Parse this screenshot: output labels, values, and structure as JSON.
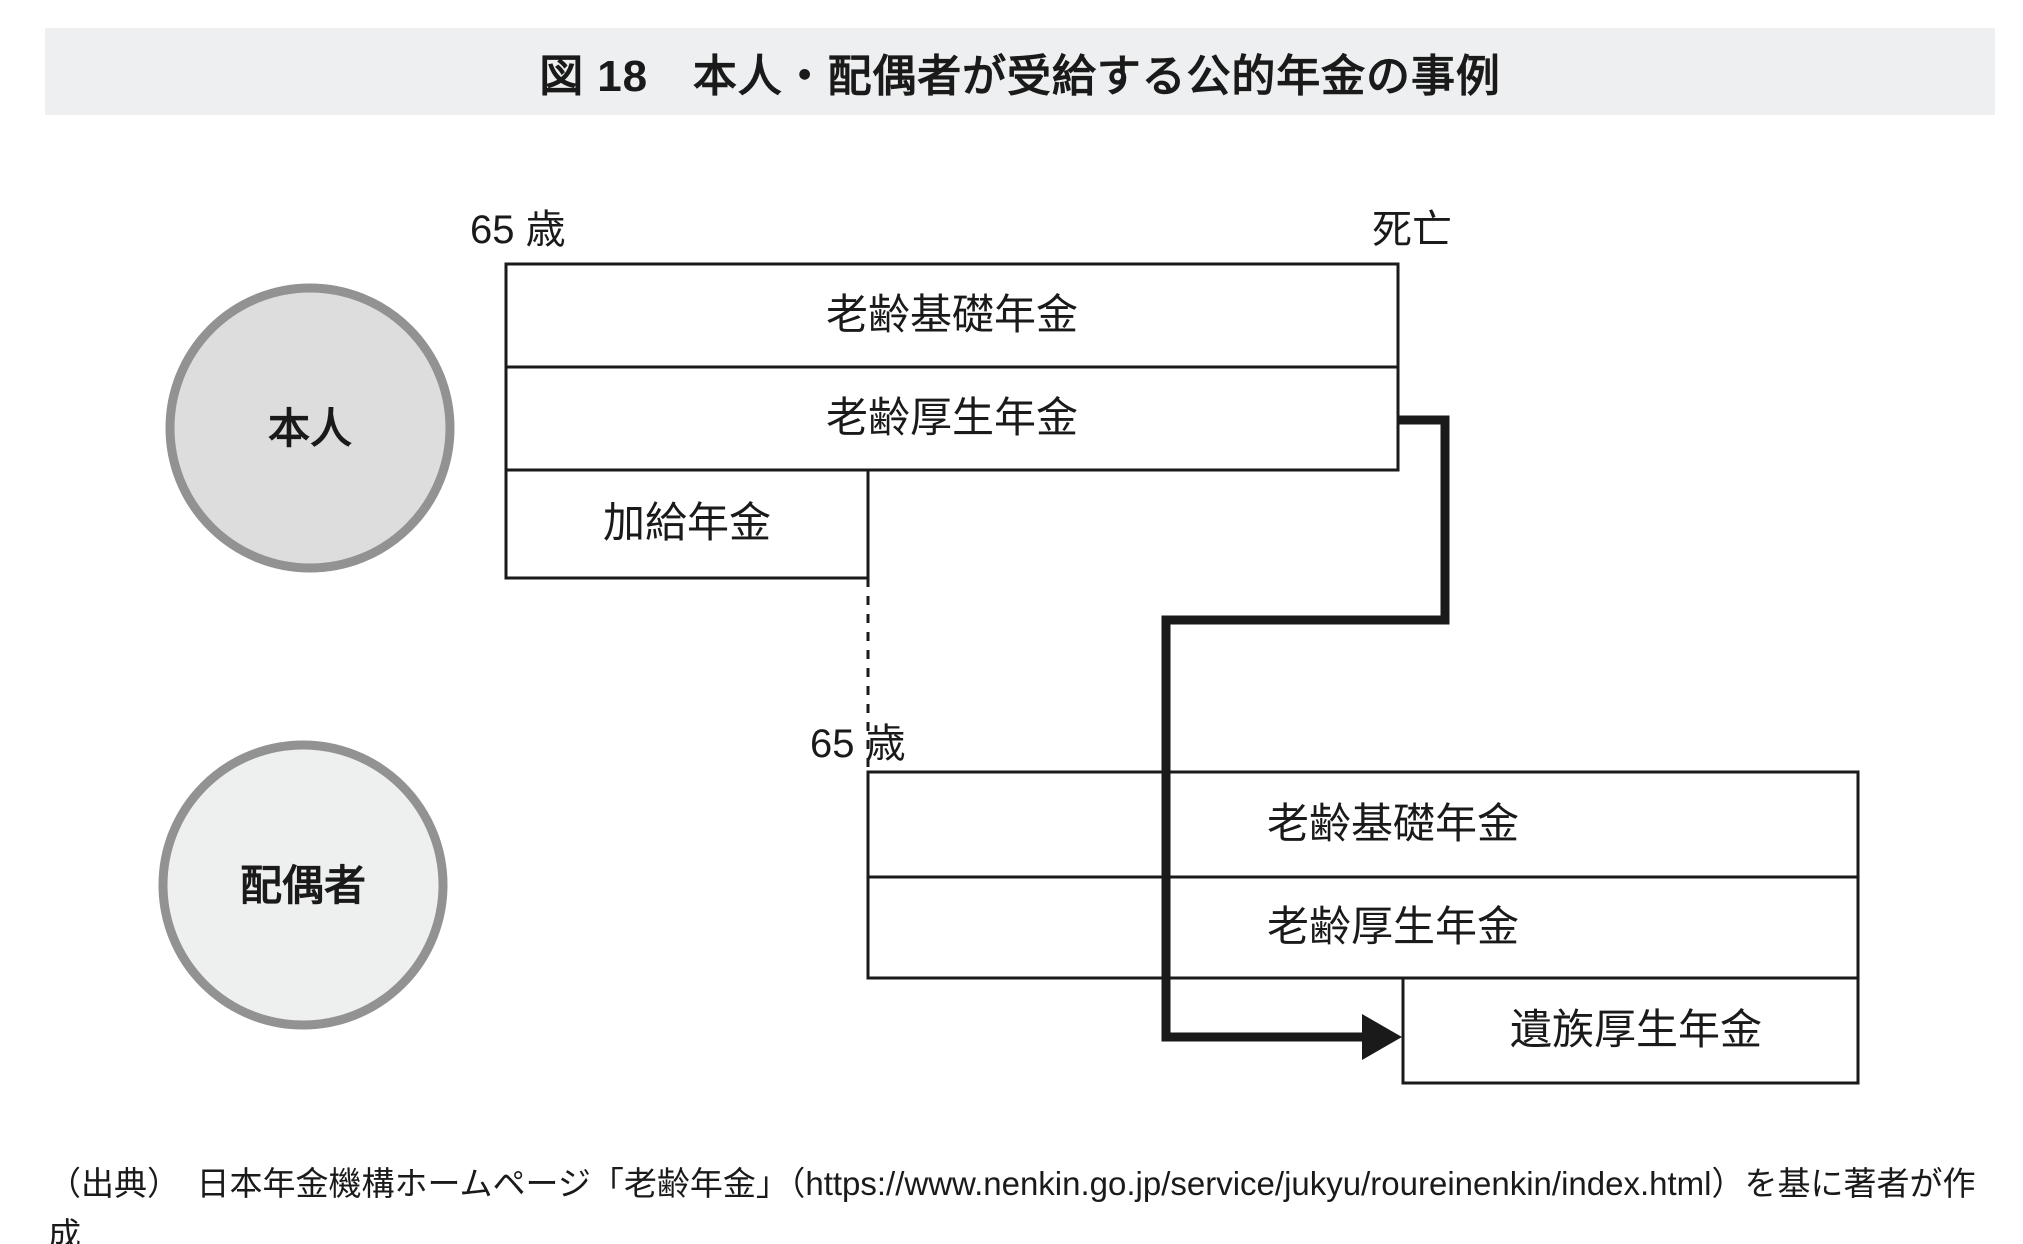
{
  "figure": {
    "title": "図 18　本人・配偶者が受給する公的年金の事例",
    "band_color": "#eeeff0",
    "line_color": "#1a1a1a"
  },
  "persons": [
    {
      "id": "self",
      "label": "本人",
      "circle_fill": "#dcdddc",
      "circle_stroke": "#929292",
      "age_marker": "65 歳",
      "end_marker": "死亡",
      "benefits": [
        {
          "name": "老齢基礎年金"
        },
        {
          "name": "老齢厚生年金"
        },
        {
          "name": "加給年金"
        }
      ]
    },
    {
      "id": "spouse",
      "label": "配偶者",
      "circle_fill": "#eef0ef",
      "circle_stroke": "#929292",
      "age_marker": "65 歳",
      "end_marker": "",
      "benefits": [
        {
          "name": "老齢基礎年金"
        },
        {
          "name": "老齢厚生年金"
        },
        {
          "name": "遺族厚生年金"
        }
      ]
    }
  ],
  "source": {
    "prefix": "（出典）",
    "text": "　日本年金機構ホームページ「老齢年金」（https://www.nenkin.go.jp/service/jukyu/roureinenkin/index.html）を基に著者が作成"
  }
}
